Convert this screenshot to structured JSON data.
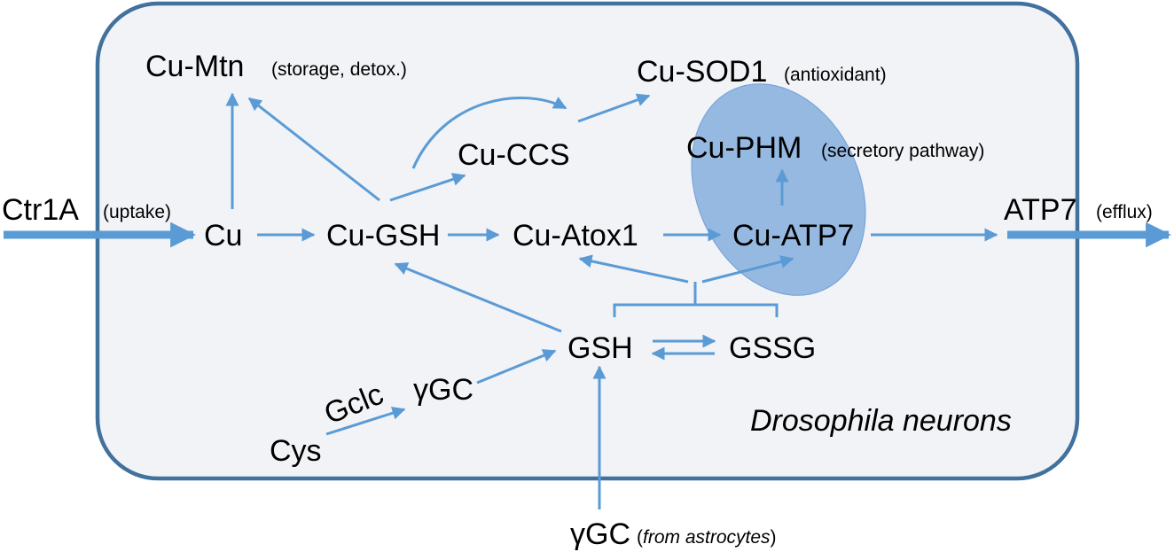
{
  "colors": {
    "cell_fill": "#f1f3f6",
    "cell_border": "#41719c",
    "arrow": "#5b9bd5",
    "ellipse_fill": "#6f9fd8"
  },
  "labels": {
    "ctr1a": "Ctr1A",
    "ctr1a_note": "(uptake)",
    "cu": "Cu",
    "cu_mtn": "Cu-Mtn",
    "cu_mtn_note": "(storage, detox.)",
    "cu_sod1": "Cu-SOD1",
    "cu_sod1_note": "(antioxidant)",
    "cu_ccs": "Cu-CCS",
    "cu_phm": "Cu-PHM",
    "cu_phm_note": "(secretory pathway)",
    "cu_gsh": "Cu-GSH",
    "cu_atox1": "Cu-Atox1",
    "cu_atp7": "Cu-ATP7",
    "atp7": "ATP7",
    "atp7_note": "(efflux)",
    "gsh": "GSH",
    "gssg": "GSSG",
    "gamma_gc": "γGC",
    "gclc": "Gclc",
    "cys": "Cys",
    "cell_label": "Drosophila neurons",
    "gamma_gc_ext": "γGC",
    "gamma_gc_ext_note_open": "(",
    "gamma_gc_ext_note_italic": "from astrocytes",
    "gamma_gc_ext_note_close": ")"
  }
}
